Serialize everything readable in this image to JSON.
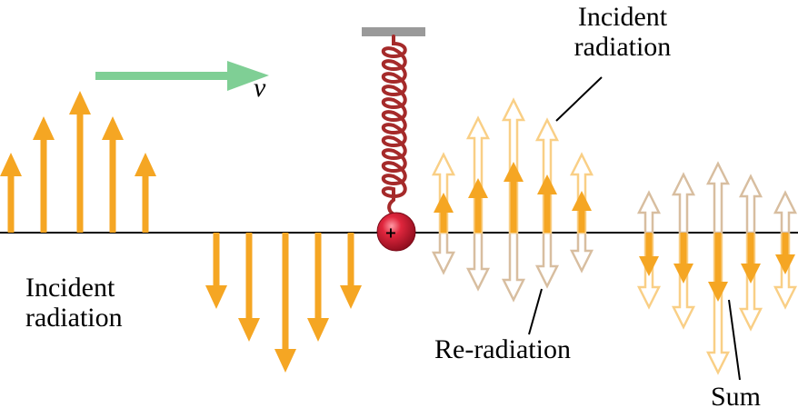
{
  "labels": {
    "incident_left_line1": "Incident",
    "incident_left_line2": "radiation",
    "incident_right_line1": "Incident",
    "incident_right_line2": "radiation",
    "reradiation": "Re-radiation",
    "sum": "Sum",
    "velocity": "v"
  },
  "charge_symbol": "+",
  "icons": [
    "velocity-arrow-icon",
    "spring-icon",
    "charge-icon",
    "field-arrow-icon"
  ],
  "colors": {
    "incident": "#f5a623",
    "incident_light": "#f9cf86",
    "reradiation": "#d8bea0",
    "velocity_arrow": "#7fcf95",
    "spring": "#a52a2a",
    "charge": "#c8102e",
    "support": "#9a9a9a"
  }
}
